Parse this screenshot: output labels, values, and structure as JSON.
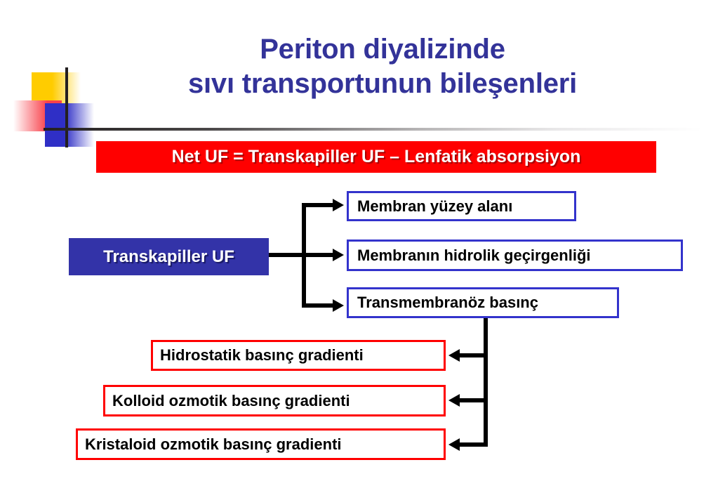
{
  "slide": {
    "title_line1": "Periton diyalizinde",
    "title_line2": "sıvı transportunun bileşenleri",
    "title_color": "#333399",
    "banner": {
      "text": "Net UF = Transkapiller UF – Lenfatik absorpsiyon",
      "background": "#FF0000",
      "text_color": "#FFFFFF"
    },
    "source_box": {
      "label": "Transkapiller UF",
      "background": "#3333A8",
      "text_color": "#FFFFFF"
    },
    "determinants": {
      "border_color": "#3333CC",
      "items": [
        {
          "label": "Membran yüzey alanı"
        },
        {
          "label": "Membranın hidrolik geçirgenliği"
        },
        {
          "label": "Transmembranöz basınç"
        }
      ]
    },
    "pressure_gradients": {
      "border_color": "#FF0000",
      "items": [
        {
          "label": "Hidrostatik basınç gradienti"
        },
        {
          "label": "Kolloid ozmotik basınç gradienti"
        },
        {
          "label": "Kristaloid ozmotik basınç gradienti"
        }
      ]
    },
    "logo": {
      "yellow": "#FFCC00",
      "red": "#F8414B",
      "blue": "#2F2FC6",
      "line": "#231F20"
    }
  }
}
